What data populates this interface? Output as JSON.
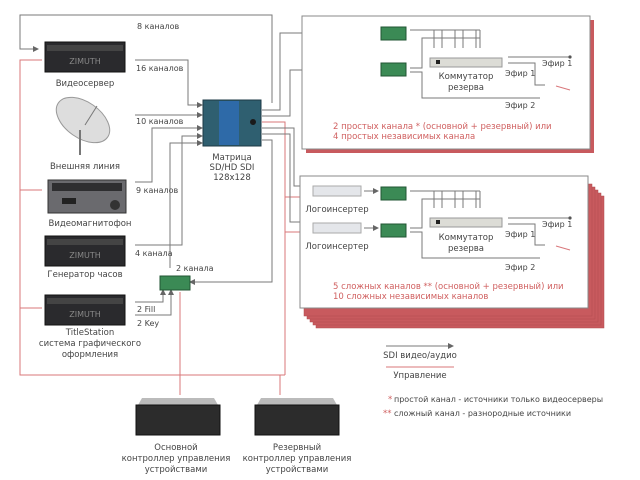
{
  "devices": {
    "videoserver": "Видеосервер",
    "satellite": "Внешняя линия",
    "vtr": "Видеомагнитофон",
    "clock": "Генератор часов",
    "titlestation_1": "TitleStation",
    "titlestation_2": "система графического",
    "titlestation_3": "оформления",
    "matrix_1": "Матрица",
    "matrix_2": "SD/HD SDI",
    "matrix_3": "128x128",
    "main_ctrl_1": "Основной",
    "main_ctrl_2": "контроллер управления",
    "main_ctrl_3": "устройствами",
    "backup_ctrl_1": "Резервный",
    "backup_ctrl_2": "контроллер управления",
    "backup_ctrl_3": "устройствами",
    "logo_inserter": "Логоинсертер",
    "switcher_1": "Коммутатор",
    "switcher_2": "резерва"
  },
  "links": {
    "ch8": "8 каналов",
    "ch16": "16 каналов",
    "ch10": "10 каналов",
    "ch9": "9 каналов",
    "ch4": "4 канала",
    "ch2": "2 канала",
    "fill": "2 Fill",
    "key": "2 Key"
  },
  "outputs": {
    "air1": "Эфир 1",
    "air2": "Эфир 2"
  },
  "simple_box": {
    "line1": "2 простых канала * (основной + резервный) или",
    "line2": "4 простых независимых канала"
  },
  "complex_box": {
    "line1": "5 сложных каналов ** (основной + резервный) или",
    "line2": "10 сложных независимых каналов"
  },
  "legend": {
    "sdi": "SDI видео/аудио",
    "control": "Управление",
    "note1_mark": "*",
    "note1": "простой канал - источники только видеосерверы",
    "note2_mark": "**",
    "note2": "сложный канал - разнородные источники"
  },
  "colors": {
    "signal_line": "#7a7a7a",
    "control_line": "#d9777a",
    "box_shadow": "#c85a5e",
    "note_text": "#d06060"
  }
}
